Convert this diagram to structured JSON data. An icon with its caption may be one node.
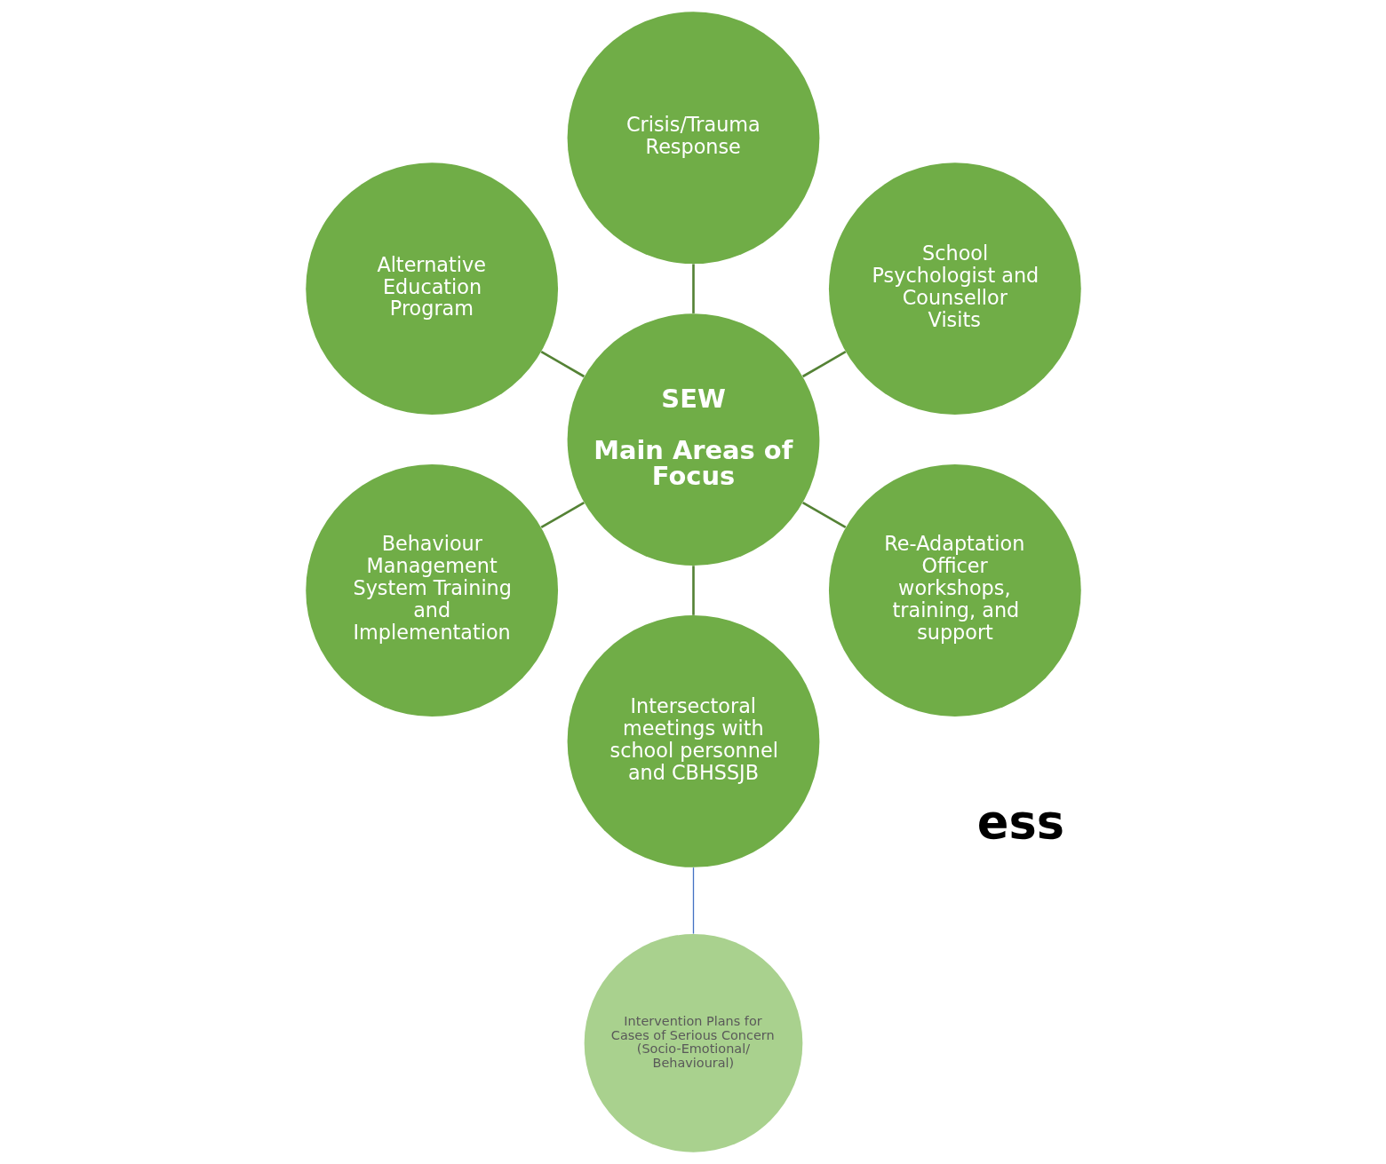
{
  "diagram": {
    "nodes": [
      {
        "text": [
          "School Psychologist and Counsellor Visits"
        ]
      },
      {
        "text": [
          "Crisis/Trauma Response"
        ]
      },
      {
        "text": [
          "Alternative Education Program"
        ]
      },
      {
        "text": [
          "SEW",
          "Main Areas of Focus"
        ]
      },
      {
        "text": [
          "Behaviour Management System Training and Implementation"
        ]
      },
      {
        "text": [
          "Intersectoral meetings with school personnel and CBHSSJB"
        ]
      },
      {
        "text": [
          "Re-Adaptation Officer workshops, training, and support"
        ]
      },
      {
        "text": [
          "Intervention Plans for Cases of Serious Concern (Socio-Emotional/ Behavioural)"
        ]
      }
    ],
    "edges": [
      {
        "from": 3,
        "to": 0,
        "arrow": "none"
      },
      {
        "from": 3,
        "to": 1,
        "arrow": "none"
      },
      {
        "from": 3,
        "to": 2,
        "arrow": "none"
      },
      {
        "from": 3,
        "to": 4,
        "arrow": "none"
      },
      {
        "from": 3,
        "to": 5,
        "arrow": "none"
      },
      {
        "from": 3,
        "to": 6,
        "arrow": "none"
      },
      {
        "from": 5,
        "to": 7,
        "arrow": "none",
        "color": "#4472c4"
      }
    ],
    "labels": [
      "ess"
    ]
  }
}
